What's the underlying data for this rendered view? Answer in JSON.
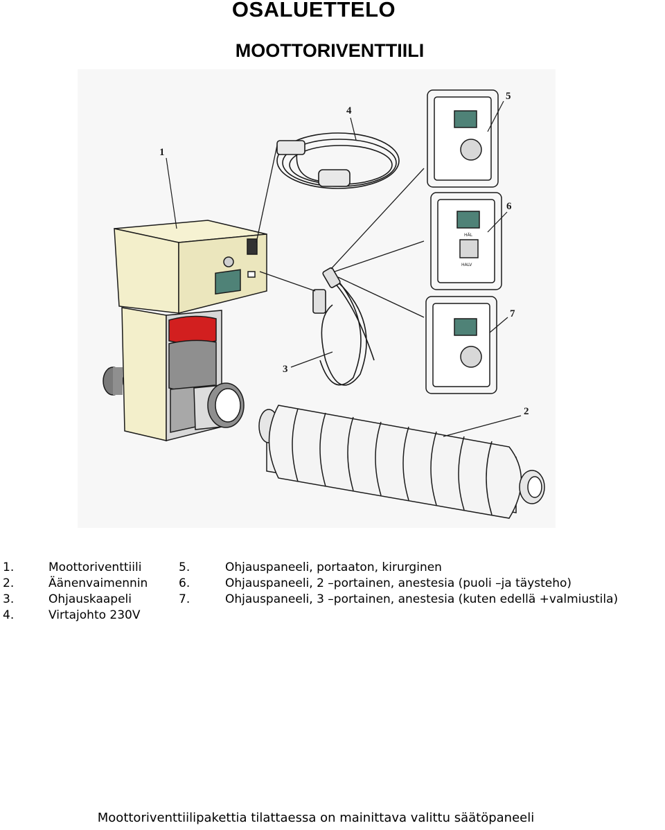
{
  "header": {
    "title": "OSALUETTELO",
    "subtitle": "MOOTTORIVENTTIILI"
  },
  "illustration": {
    "callouts": [
      "1",
      "2",
      "3",
      "4",
      "5",
      "6",
      "7"
    ],
    "switch_labels": {
      "upper": "HÄL",
      "lower": "HALV"
    },
    "colors": {
      "housing": "#f3efcb",
      "valve_red": "#d21f1f",
      "valve_grey": "#8f8f8f",
      "display": "#4f8277",
      "line": "#1a1a1a"
    }
  },
  "parts_left": [
    {
      "num": "1.",
      "label": "Moottoriventtiili"
    },
    {
      "num": "2.",
      "label": "Äänenvaimennin"
    },
    {
      "num": "3.",
      "label": "Ohjauskaapeli"
    },
    {
      "num": "4.",
      "label": "Virtajohto 230V"
    }
  ],
  "parts_right": [
    {
      "num": "5.",
      "label": "Ohjauspaneeli, portaaton, kirurginen"
    },
    {
      "num": "6.",
      "label": "Ohjauspaneeli, 2 –portainen, anestesia (puoli –ja täysteho)"
    },
    {
      "num": "7.",
      "label": "Ohjauspaneeli, 3 –portainen, anestesia (kuten edellä +valmiustila)"
    }
  ],
  "footer": {
    "note": "Moottoriventtiilipakettia tilattaessa on mainittava valittu säätöpaneeli"
  }
}
